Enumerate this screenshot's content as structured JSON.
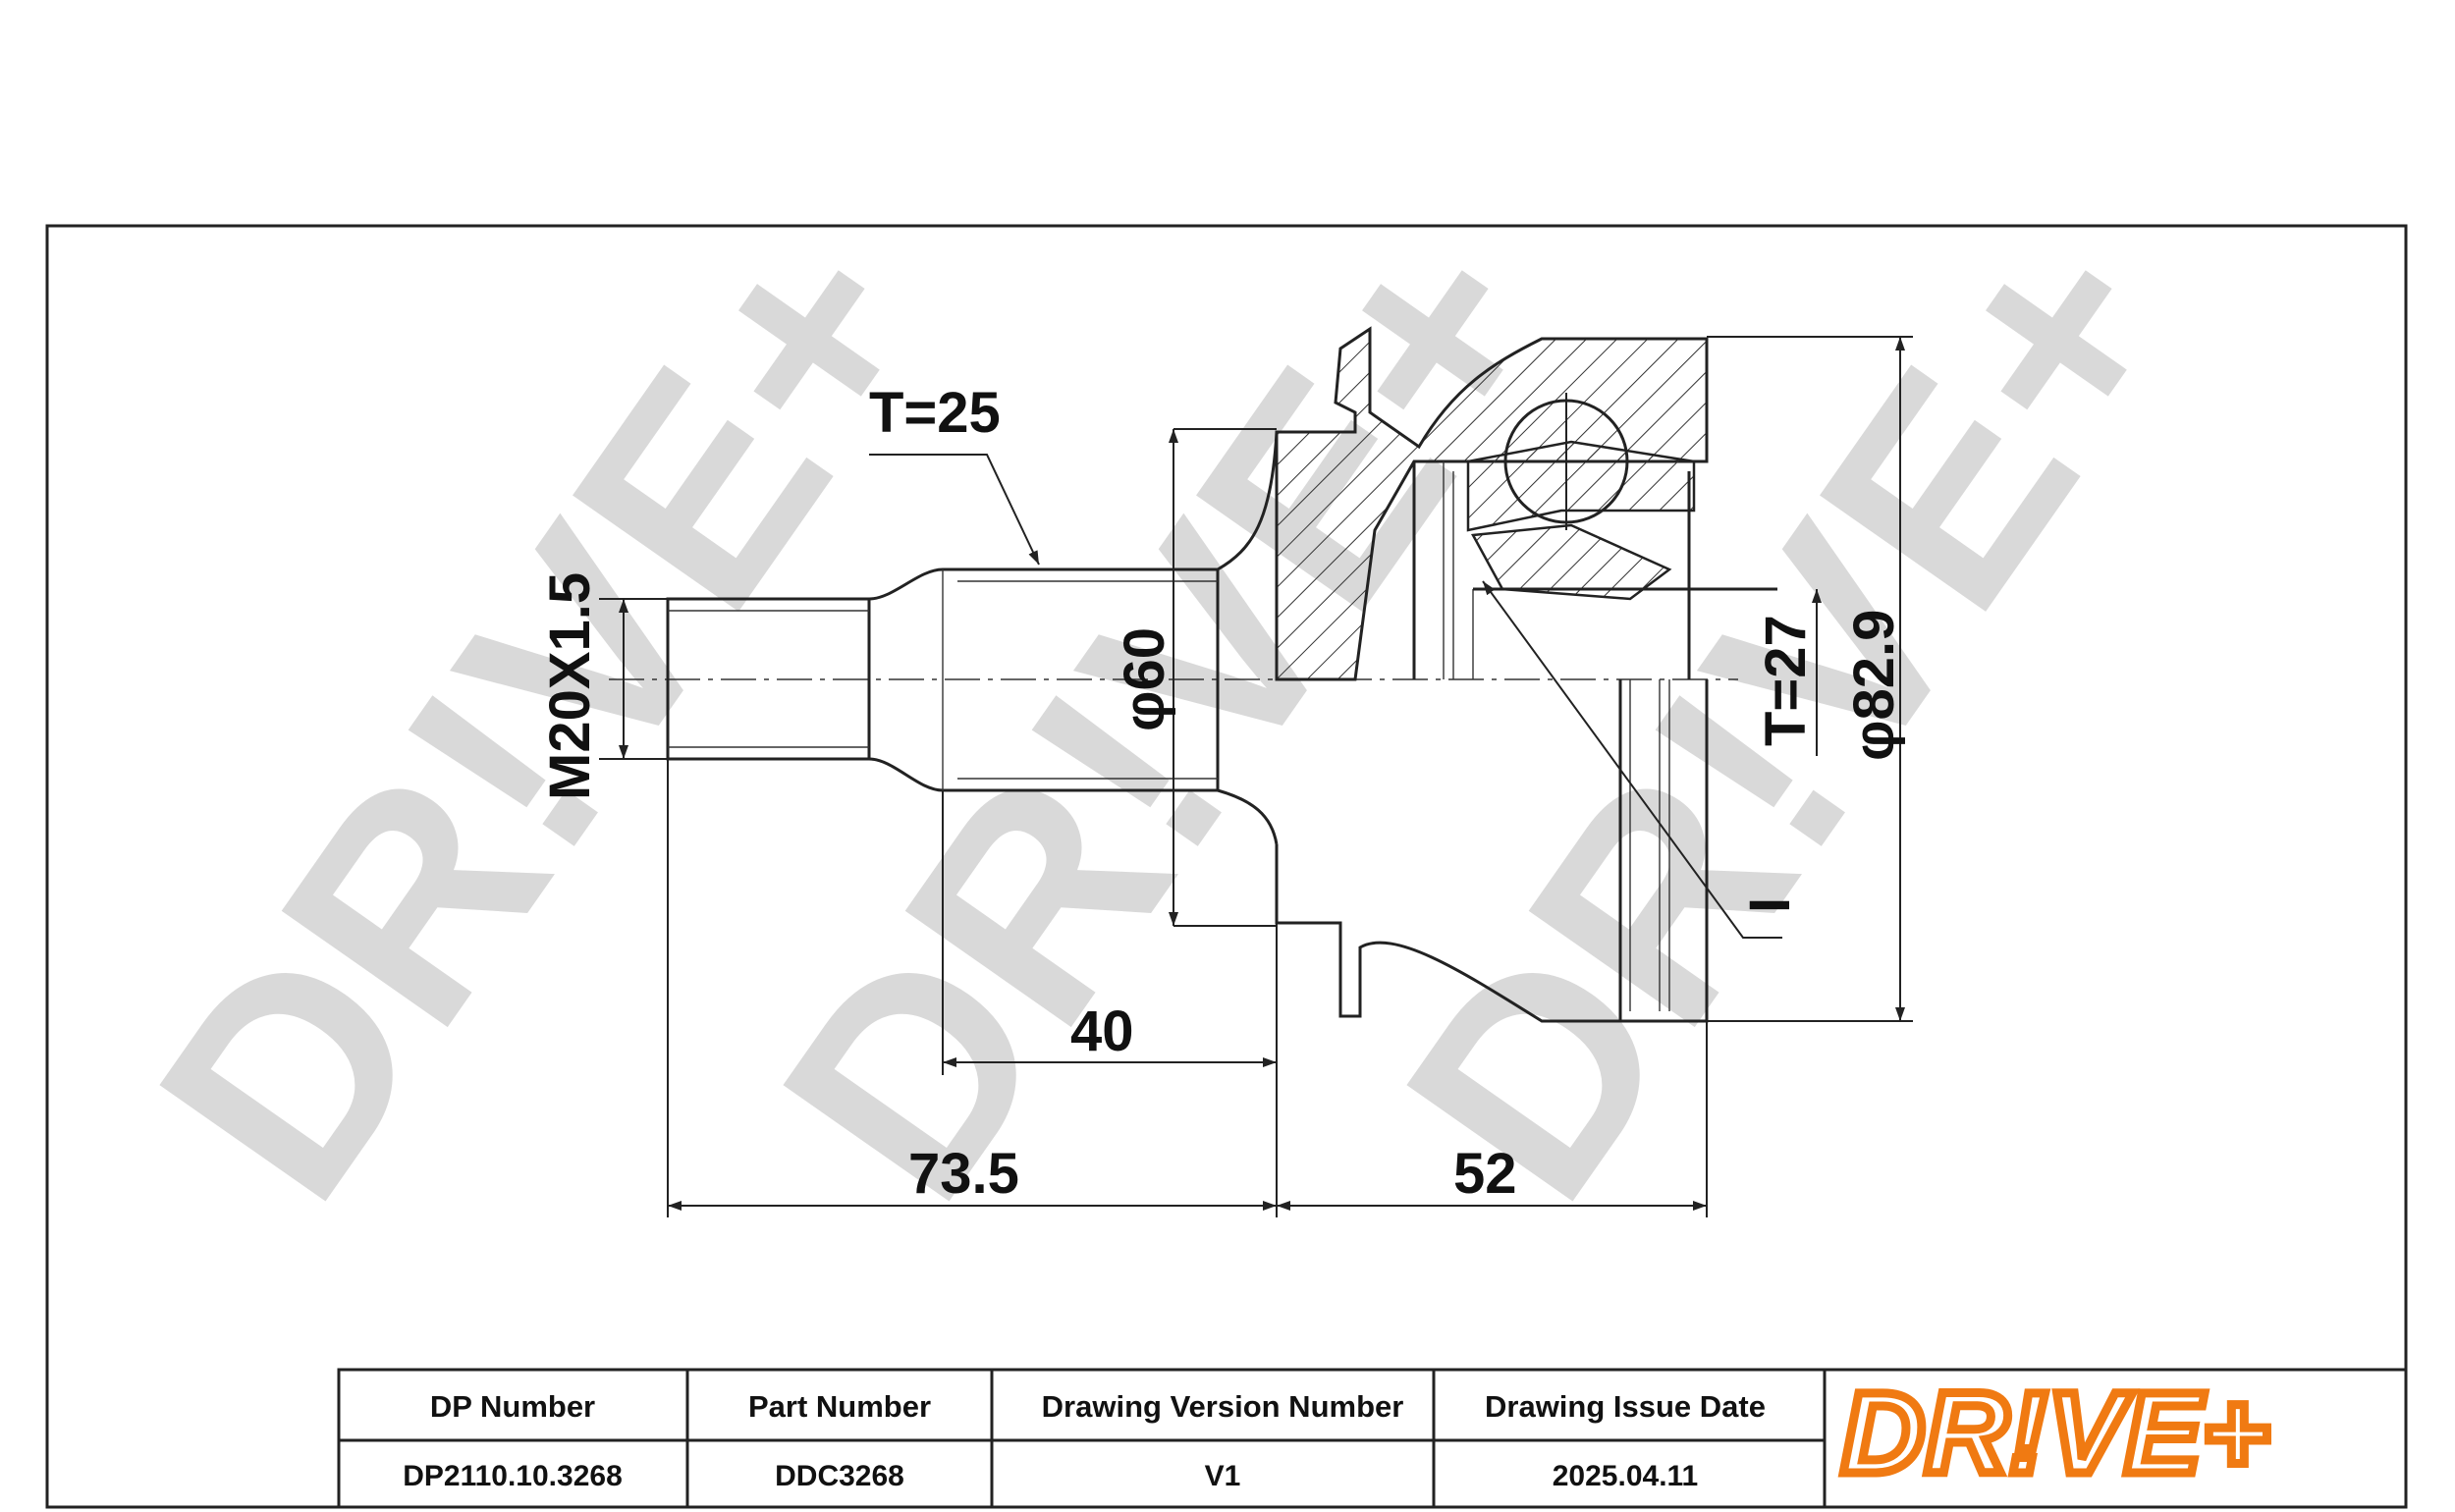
{
  "watermark": "DR!VE+",
  "dimensions": {
    "thread": "M20X1.5",
    "thread_length": "T=25",
    "shaft_diameter": "φ60",
    "spline_length": "T=27",
    "outer_diameter": "φ82.9",
    "section_mark": "I",
    "stem_length": "40",
    "shaft_total_length": "73.5",
    "body_length": "52"
  },
  "title_block": {
    "headers": [
      "DP Number",
      "Part Number",
      "Drawing Version Number",
      "Drawing Issue Date"
    ],
    "values": [
      "DP2110.10.3268",
      "DDC3268",
      "V1",
      "2025.04.11"
    ],
    "logo_text": "DR!VE+",
    "logo_color": "#f07a12"
  }
}
